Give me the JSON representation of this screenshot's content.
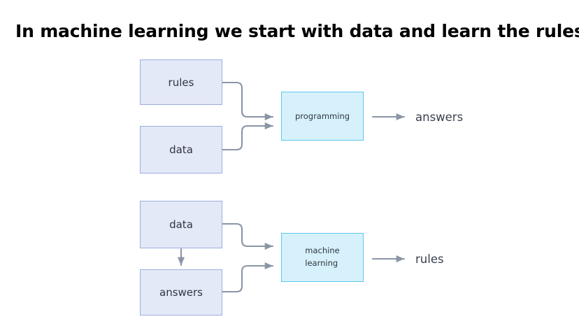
{
  "page": {
    "title": "In machine learning we start with data and learn the rules",
    "background_color": "#ffffff"
  },
  "style": {
    "input_box_fill": "#e4e9f7",
    "input_box_border": "#9aaee0",
    "process_box_fill": "#d6f1fb",
    "process_box_border": "#5cc8ea",
    "connector_color": "#8a95a5",
    "text_color": "#2f3640",
    "title_color": "#000000"
  },
  "diagrams": [
    {
      "name": "classical-programming",
      "inputs": [
        {
          "label": "rules"
        },
        {
          "label": "data"
        }
      ],
      "process": {
        "label": "programming"
      },
      "output": {
        "label": "answers"
      }
    },
    {
      "name": "machine-learning",
      "inputs": [
        {
          "label": "data"
        },
        {
          "label": "answers"
        }
      ],
      "process": {
        "label_line1": "machine",
        "label_line2": "learning"
      },
      "output": {
        "label": "rules"
      }
    }
  ]
}
